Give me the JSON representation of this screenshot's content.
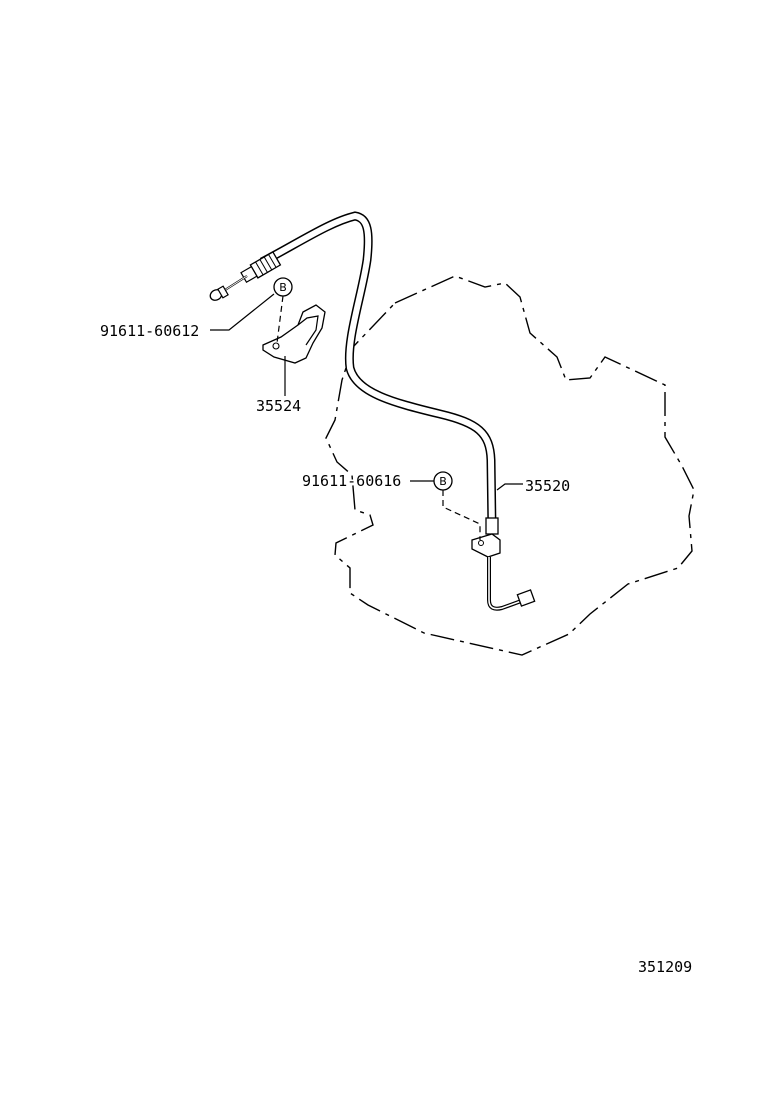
{
  "diagram": {
    "part_numbers": {
      "bolt_upper": "91611-60612",
      "bracket": "35524",
      "bolt_lower": "91611-60616",
      "cable": "35520"
    },
    "callout_letters": {
      "upper": "B",
      "lower": "B"
    },
    "illustration_code": "351209"
  }
}
